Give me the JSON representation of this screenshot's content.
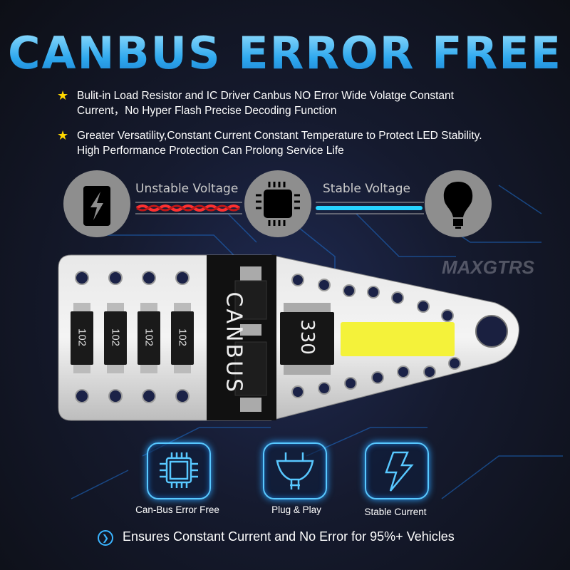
{
  "title": "CANBUS ERROR FREE",
  "bullets": [
    {
      "icon": "star-icon",
      "line1": "Bulit-in Load Resistor and IC Driver Canbus NO Error Wide Volatge Constant",
      "line2": "Current，No Hyper Flash Precise Decoding Function"
    },
    {
      "icon": "star-icon",
      "line1": "Greater Versatility,Constant Current  Constant Temperature to Protect LED Stability.",
      "line2": "High Performance Protection Can Prolong Service Life"
    }
  ],
  "voltage": {
    "unstable": "Unstable Voltage",
    "stable": "Stable Voltage"
  },
  "board": {
    "band_label": "CANBUS",
    "resistors": [
      "102",
      "102",
      "102",
      "102"
    ],
    "resistor_main": "330"
  },
  "watermark": "MAXGTRS",
  "features": [
    {
      "label": "Can-Bus Error Free",
      "icon": "chip-icon"
    },
    {
      "label": "Plug & Play",
      "icon": "plug-icon"
    },
    {
      "label": "Stable Current",
      "icon": "lightning-icon"
    }
  ],
  "footer": "Ensures Constant Current and No Error for 95%+ Vehicles",
  "colors": {
    "accent": "#2ea8ee",
    "star": "#ffd800",
    "led": "#f4f23a"
  }
}
